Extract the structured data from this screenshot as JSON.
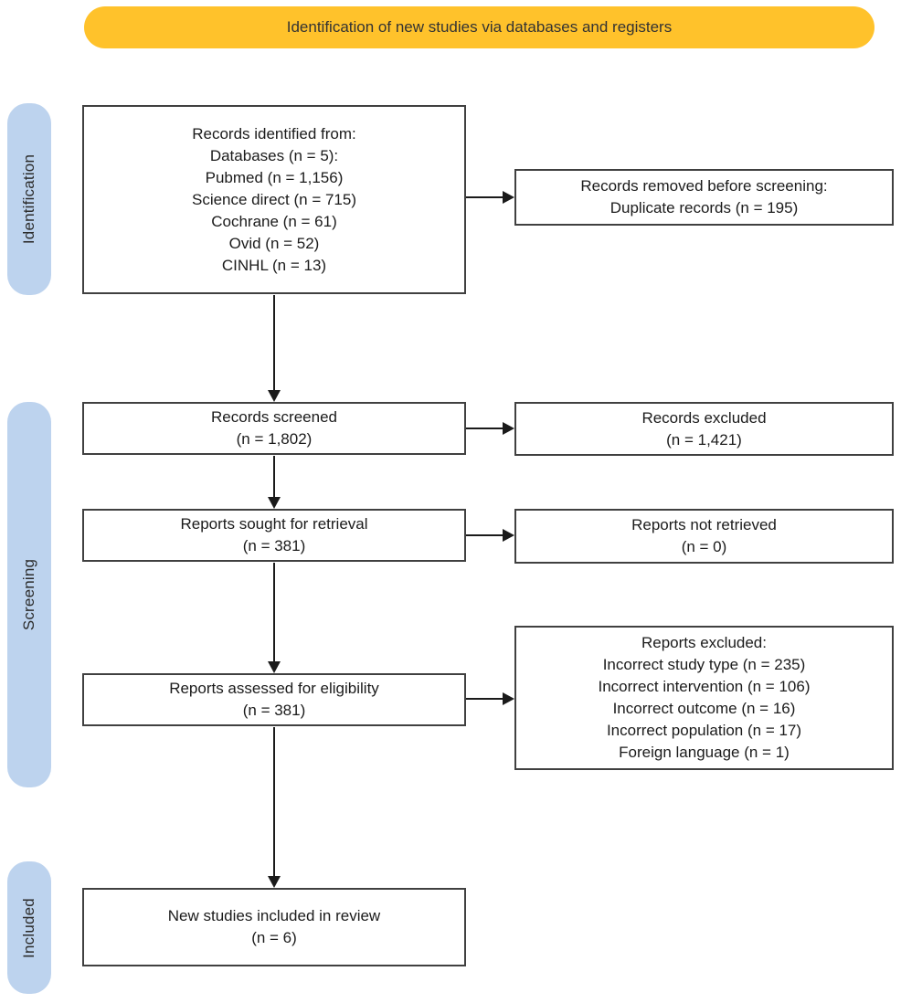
{
  "banner": {
    "label": "Identification of new studies via databases and registers"
  },
  "sidebar": {
    "identification_label": "Identification",
    "screening_label": "Screening",
    "included_label": "Included"
  },
  "boxes": {
    "records_identified": {
      "lines": [
        "Records identified from:",
        "Databases (n = 5):",
        "Pubmed (n = 1,156)",
        "Science direct (n = 715)",
        "Cochrane (n = 61)",
        "Ovid (n = 52)",
        "CINHL (n = 13)"
      ]
    },
    "records_removed": {
      "lines": [
        "Records removed before screening:",
        "Duplicate records (n = 195)"
      ]
    },
    "records_screened": {
      "lines": [
        "Records screened",
        "(n = 1,802)"
      ]
    },
    "records_excluded": {
      "lines": [
        "Records excluded",
        "(n = 1,421)"
      ]
    },
    "reports_sought": {
      "lines": [
        "Reports sought for retrieval",
        "(n = 381)"
      ]
    },
    "reports_not_retrieved": {
      "lines": [
        "Reports not retrieved",
        "(n = 0)"
      ]
    },
    "reports_assessed": {
      "lines": [
        "Reports assessed for eligibility",
        "(n = 381)"
      ]
    },
    "reports_excluded": {
      "lines": [
        "Reports excluded:",
        "Incorrect study type (n = 235)",
        "Incorrect intervention (n = 106)",
        "Incorrect outcome (n = 16)",
        "Incorrect population (n = 17)",
        "Foreign language (n = 1)"
      ]
    },
    "new_studies": {
      "lines": [
        "New studies included in review",
        "(n = 6)"
      ]
    }
  },
  "colors": {
    "banner_bg": "#FFC22B",
    "stage_bg": "#BDD3EE",
    "box_border": "#404040",
    "arrow_color": "#1A1A1A"
  }
}
